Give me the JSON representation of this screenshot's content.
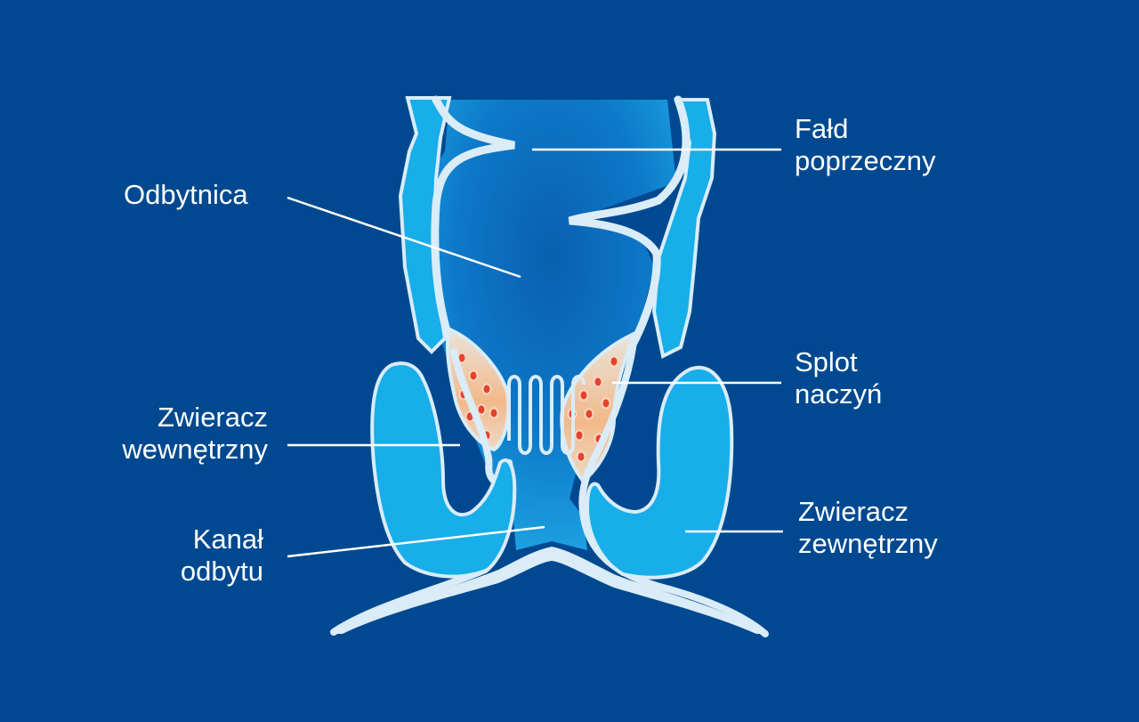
{
  "labels": {
    "fold": "Fałd\npoprzeczny",
    "rectum": "Odbytnica",
    "plexus": "Splot\nnaczyń",
    "internal_sphincter": "Zwieracz\nwewnętrzny",
    "external_sphincter": "Zwieracz\nzewnętrzny",
    "anal_canal": "Kanał\nodbytu"
  },
  "colors": {
    "background": "#004990",
    "lumen_dark": "#0a6fc2",
    "lumen_light": "#1fa7e6",
    "wall": "#17aeea",
    "lining": "#d9ecf7",
    "plexus": "#f0b07a",
    "vessel": "#e8412c",
    "leader_line": "#ffffff"
  }
}
